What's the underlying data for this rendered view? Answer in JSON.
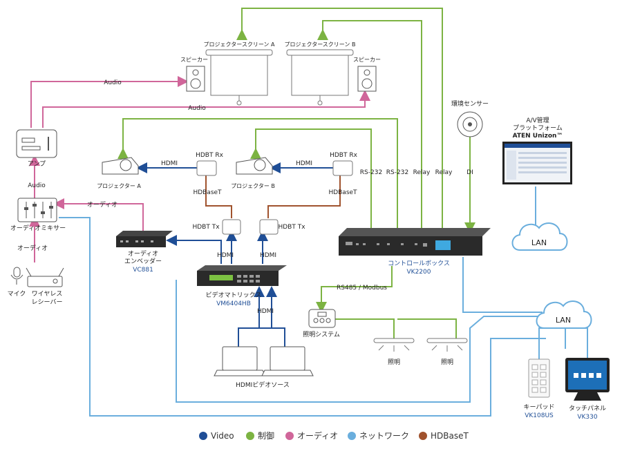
{
  "colors": {
    "video": "#1f4e96",
    "control": "#7cb342",
    "audio": "#d0669a",
    "network": "#6aaedd",
    "hdbaset": "#a0522d"
  },
  "icons": {
    "screen": "projector-screen-icon",
    "speaker": "speaker-icon",
    "projector": "projector-icon",
    "amp": "amplifier-icon",
    "mixer": "mixer-icon",
    "mic": "microphone-icon",
    "receiver": "wireless-receiver-icon",
    "sensor": "environment-sensor-icon",
    "monitor": "monitor-icon",
    "cloud": "cloud-icon",
    "laptop": "laptop-icon",
    "light": "light-fixture-icon",
    "keypad": "keypad-icon",
    "touch": "touch-panel-icon"
  },
  "devices": {
    "screen_a": "プロジェクタースクリーン A",
    "screen_b": "プロジェクタースクリーン B",
    "speaker_left": "スピーカー",
    "speaker_right": "スピーカー",
    "amp": "アンプ",
    "mixer": "オーディオミキサー",
    "mic": "マイク",
    "receiver": [
      "ワイヤレス",
      "レシーバー"
    ],
    "projector_a": "プロジェクター A",
    "projector_b": "プロジェクター B",
    "hdbt_rx_a": "HDBT Rx",
    "hdbt_rx_b": "HDBT Rx",
    "hdbt_tx_a": "HDBT Tx",
    "hdbt_tx_b": "HDBT Tx",
    "embedder": [
      "オーディオ",
      "エンベッダー"
    ],
    "embedder_model": "VC881",
    "matrix": "ビデオマトリックス",
    "matrix_model": "VM6404HB",
    "sources": "HDMIビデオソース",
    "control_box": "コントロールボックス",
    "control_box_model": "VK2200",
    "sensor": "環境センサー",
    "platform": [
      "A/V管理",
      "プラットフォーム",
      "ATEN Unizon™"
    ],
    "lan_top": "LAN",
    "lan_bottom": "LAN",
    "lighting_system": "照明システム",
    "light_1": "照明",
    "light_2": "照明",
    "keypad": "キーパッド",
    "keypad_model": "VK108US",
    "touch": "タッチパネル",
    "touch_model": "VK330"
  },
  "connections": {
    "audio_top": "Audio",
    "audio_second": "Audio",
    "audio_amp": "Audio",
    "audio_embedder": "オーディオ",
    "audio_receiver": "オーディオ",
    "hdmi_proj_a": "HDMI",
    "hdmi_proj_b": "HDMI",
    "hdbaset_a": "HDBaseT",
    "hdbaset_b": "HDBaseT",
    "hdmi_matrix_1": "HDMI",
    "hdmi_matrix_2": "HDMI",
    "hdmi_sources": "HDMI",
    "rs232_1": "RS-232",
    "rs232_2": "RS-232",
    "relay_1": "Relay",
    "relay_2": "Relay",
    "di": "DI",
    "rs485": "RS485 / Modbus"
  },
  "legend": [
    {
      "label": "Video",
      "color": "#1f4e96"
    },
    {
      "label": "制御",
      "color": "#7cb342"
    },
    {
      "label": "オーディオ",
      "color": "#d0669a"
    },
    {
      "label": "ネットワーク",
      "color": "#6aaedd"
    },
    {
      "label": "HDBaseT",
      "color": "#a0522d"
    }
  ]
}
